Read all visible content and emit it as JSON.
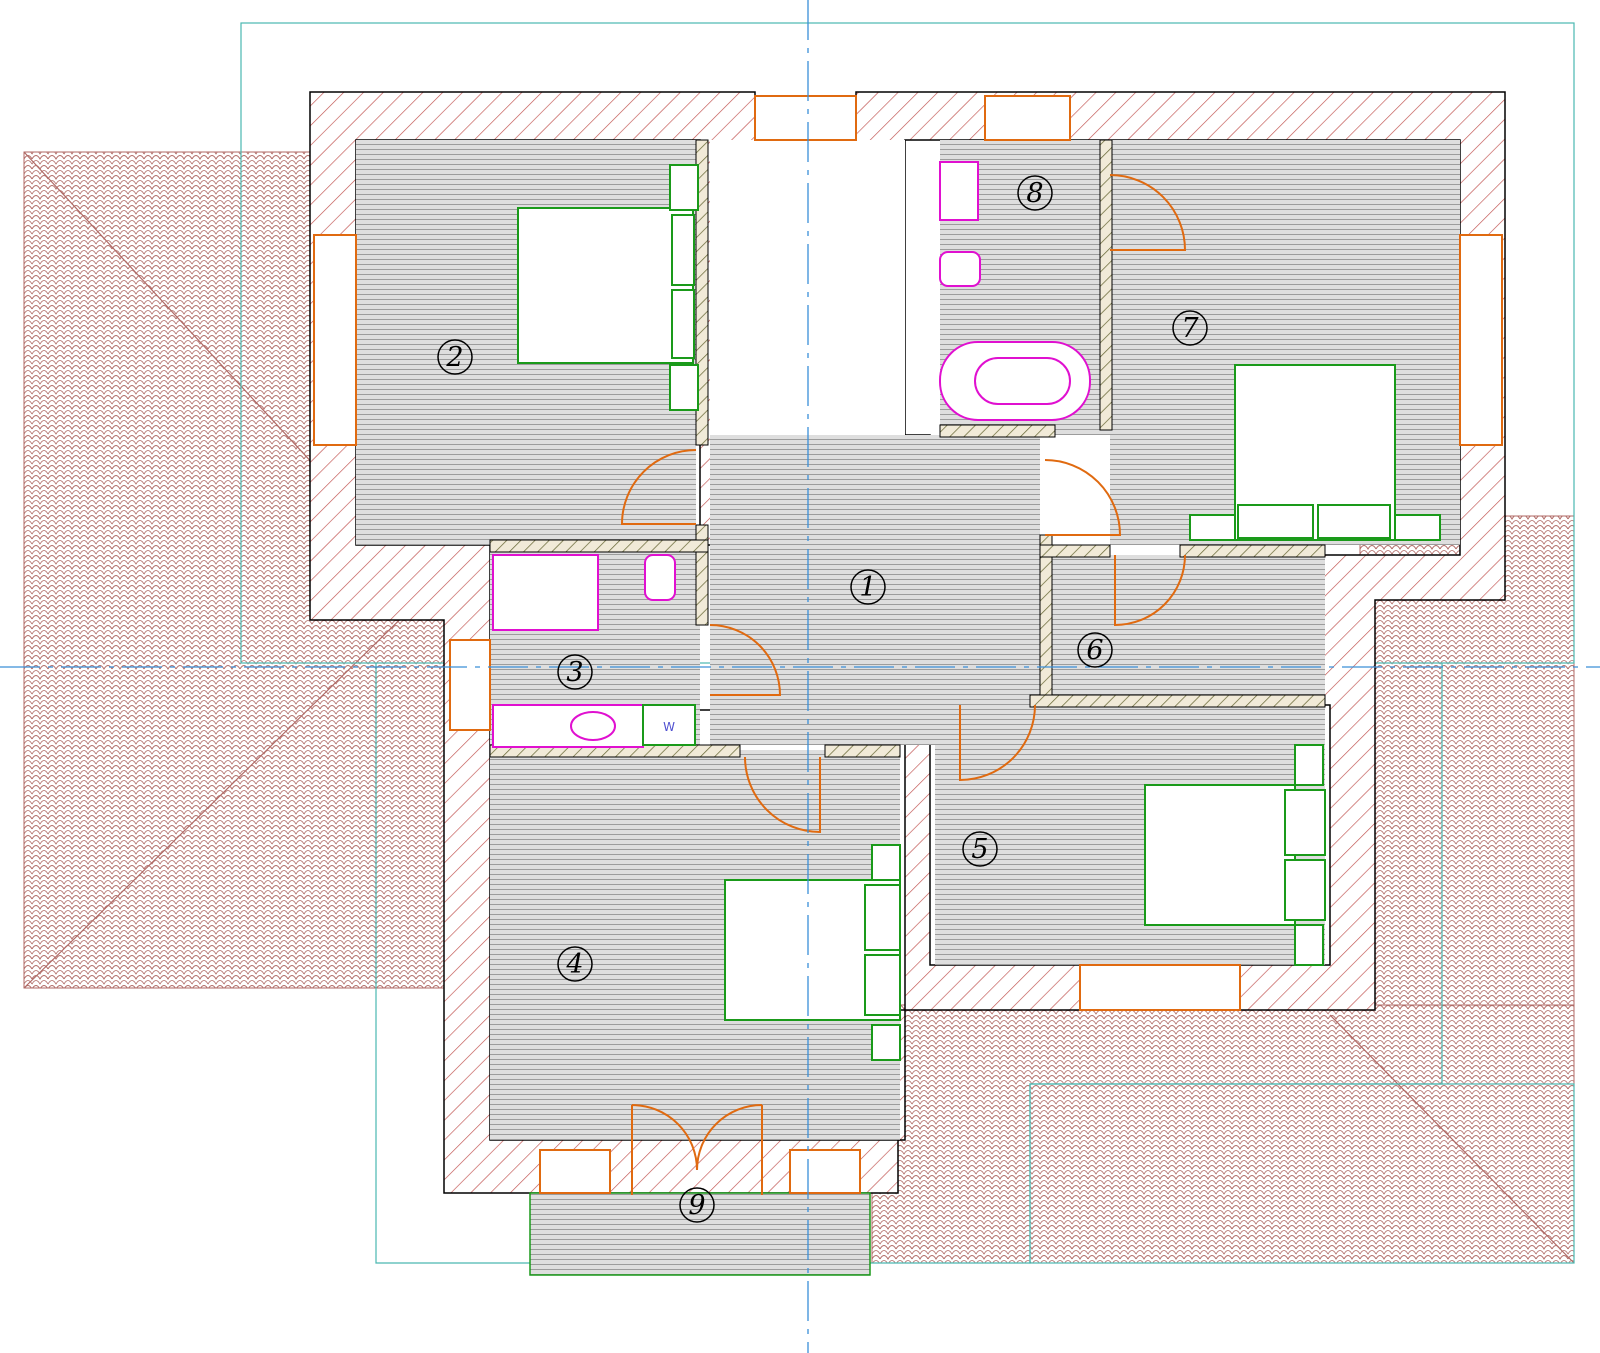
{
  "colors": {
    "wall_hatch": "#c0504d",
    "roof_tile": "#b06a66",
    "floor_line": "#8c8c8c",
    "floor_fill": "#dcdcdc",
    "furniture": "#1a9a1a",
    "sanitary": "#e010d0",
    "door": "#e06a10",
    "axis": "#3a8fd8",
    "outline": "#4ab8b0",
    "wall_edge": "#000000"
  },
  "icons": [
    "roof-tile-pattern",
    "wall-hatch-pattern",
    "floor-board-pattern",
    "double-bed-icon",
    "bathtub-icon",
    "shower-tray-icon",
    "toilet-icon",
    "washbasin-icon",
    "door-swing-icon"
  ],
  "rooms": [
    {
      "label": "1"
    },
    {
      "label": "2"
    },
    {
      "label": "3"
    },
    {
      "label": "4"
    },
    {
      "label": "5"
    },
    {
      "label": "6"
    },
    {
      "label": "7"
    },
    {
      "label": "8"
    },
    {
      "label": "9"
    }
  ],
  "fixtures": {
    "washer_label": "W"
  }
}
